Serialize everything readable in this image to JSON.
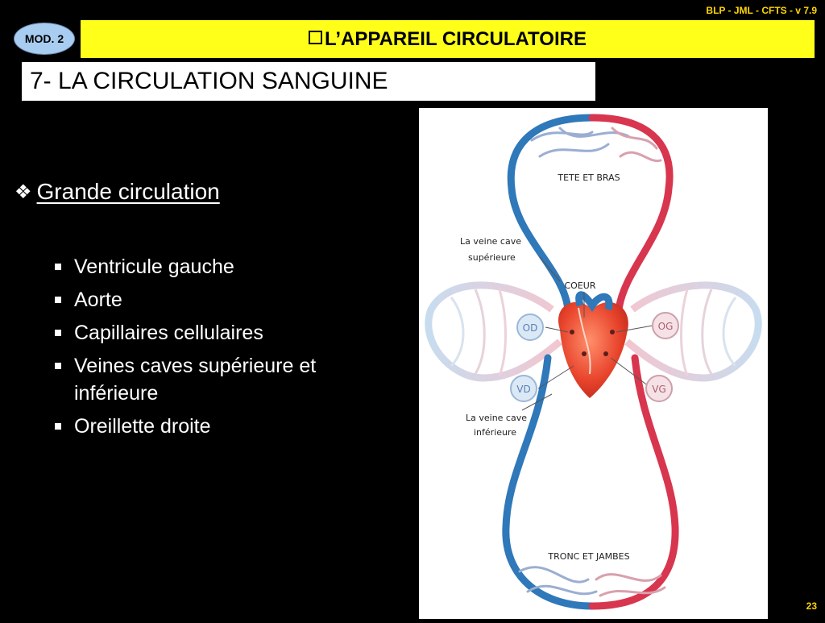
{
  "header": {
    "version": "BLP - JML - CFTS - v 7.9",
    "module_badge": "MOD. 2",
    "title": "L’APPAREIL CIRCULATOIRE"
  },
  "subtitle": "7- LA CIRCULATION SANGUINE",
  "section": {
    "heading": "Grande circulation",
    "bullets": [
      "Ventricule gauche",
      "Aorte",
      "Capillaires cellulaires",
      "Veines caves supérieure et inférieure",
      "Oreillette droite"
    ]
  },
  "diagram": {
    "labels": {
      "head": "TETE ET BRAS",
      "vc_sup_1": "La veine cave",
      "vc_sup_2": "supérieure",
      "heart": "COEUR",
      "od": "OD",
      "og": "OG",
      "vd": "VD",
      "vg": "VG",
      "vc_inf_1": "La veine cave",
      "vc_inf_2": "inférieure",
      "legs": "TRONC ET JAMBES"
    },
    "colors": {
      "artery": "#d8354f",
      "vein": "#2f78b9",
      "heart": "#e8442c"
    }
  },
  "footer": {
    "page_number": "23"
  }
}
